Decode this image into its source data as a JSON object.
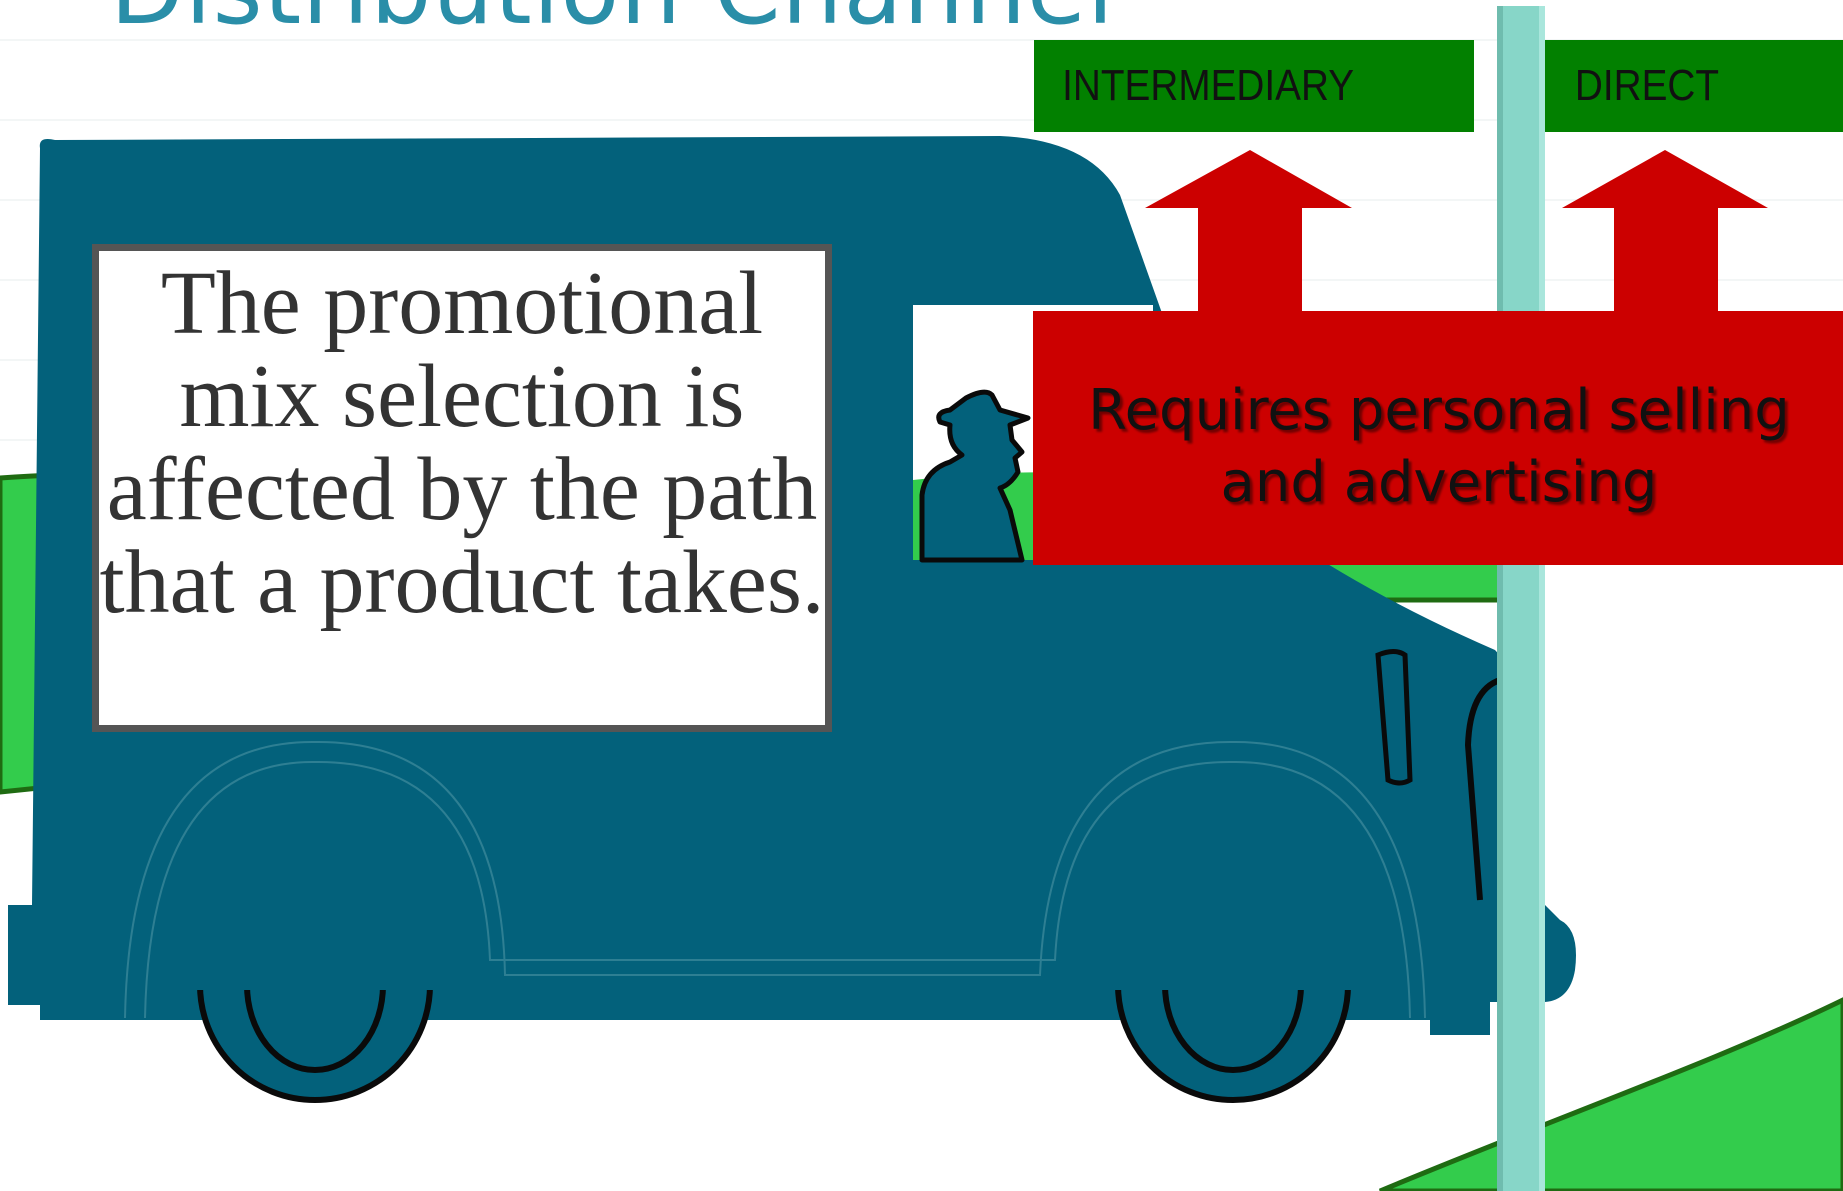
{
  "slide": {
    "title": "Distribution Channel",
    "body_text": "The promotional mix selection is affected by the path that a product takes.",
    "callout_text": "Requires personal selling and advertising"
  },
  "signs": {
    "intermediary_label": "INTERMEDIARY",
    "direct_label": "DIRECT"
  },
  "colors": {
    "truck": "#03617b",
    "sign_green": "#028000",
    "callout_red": "#cc0000",
    "pole": "#87d6c8",
    "grass": "#33cc4c",
    "title": "#2a8ea8"
  },
  "icons": [
    "truck-icon",
    "driver-icon",
    "arrow-up-icon",
    "signpost-icon"
  ]
}
